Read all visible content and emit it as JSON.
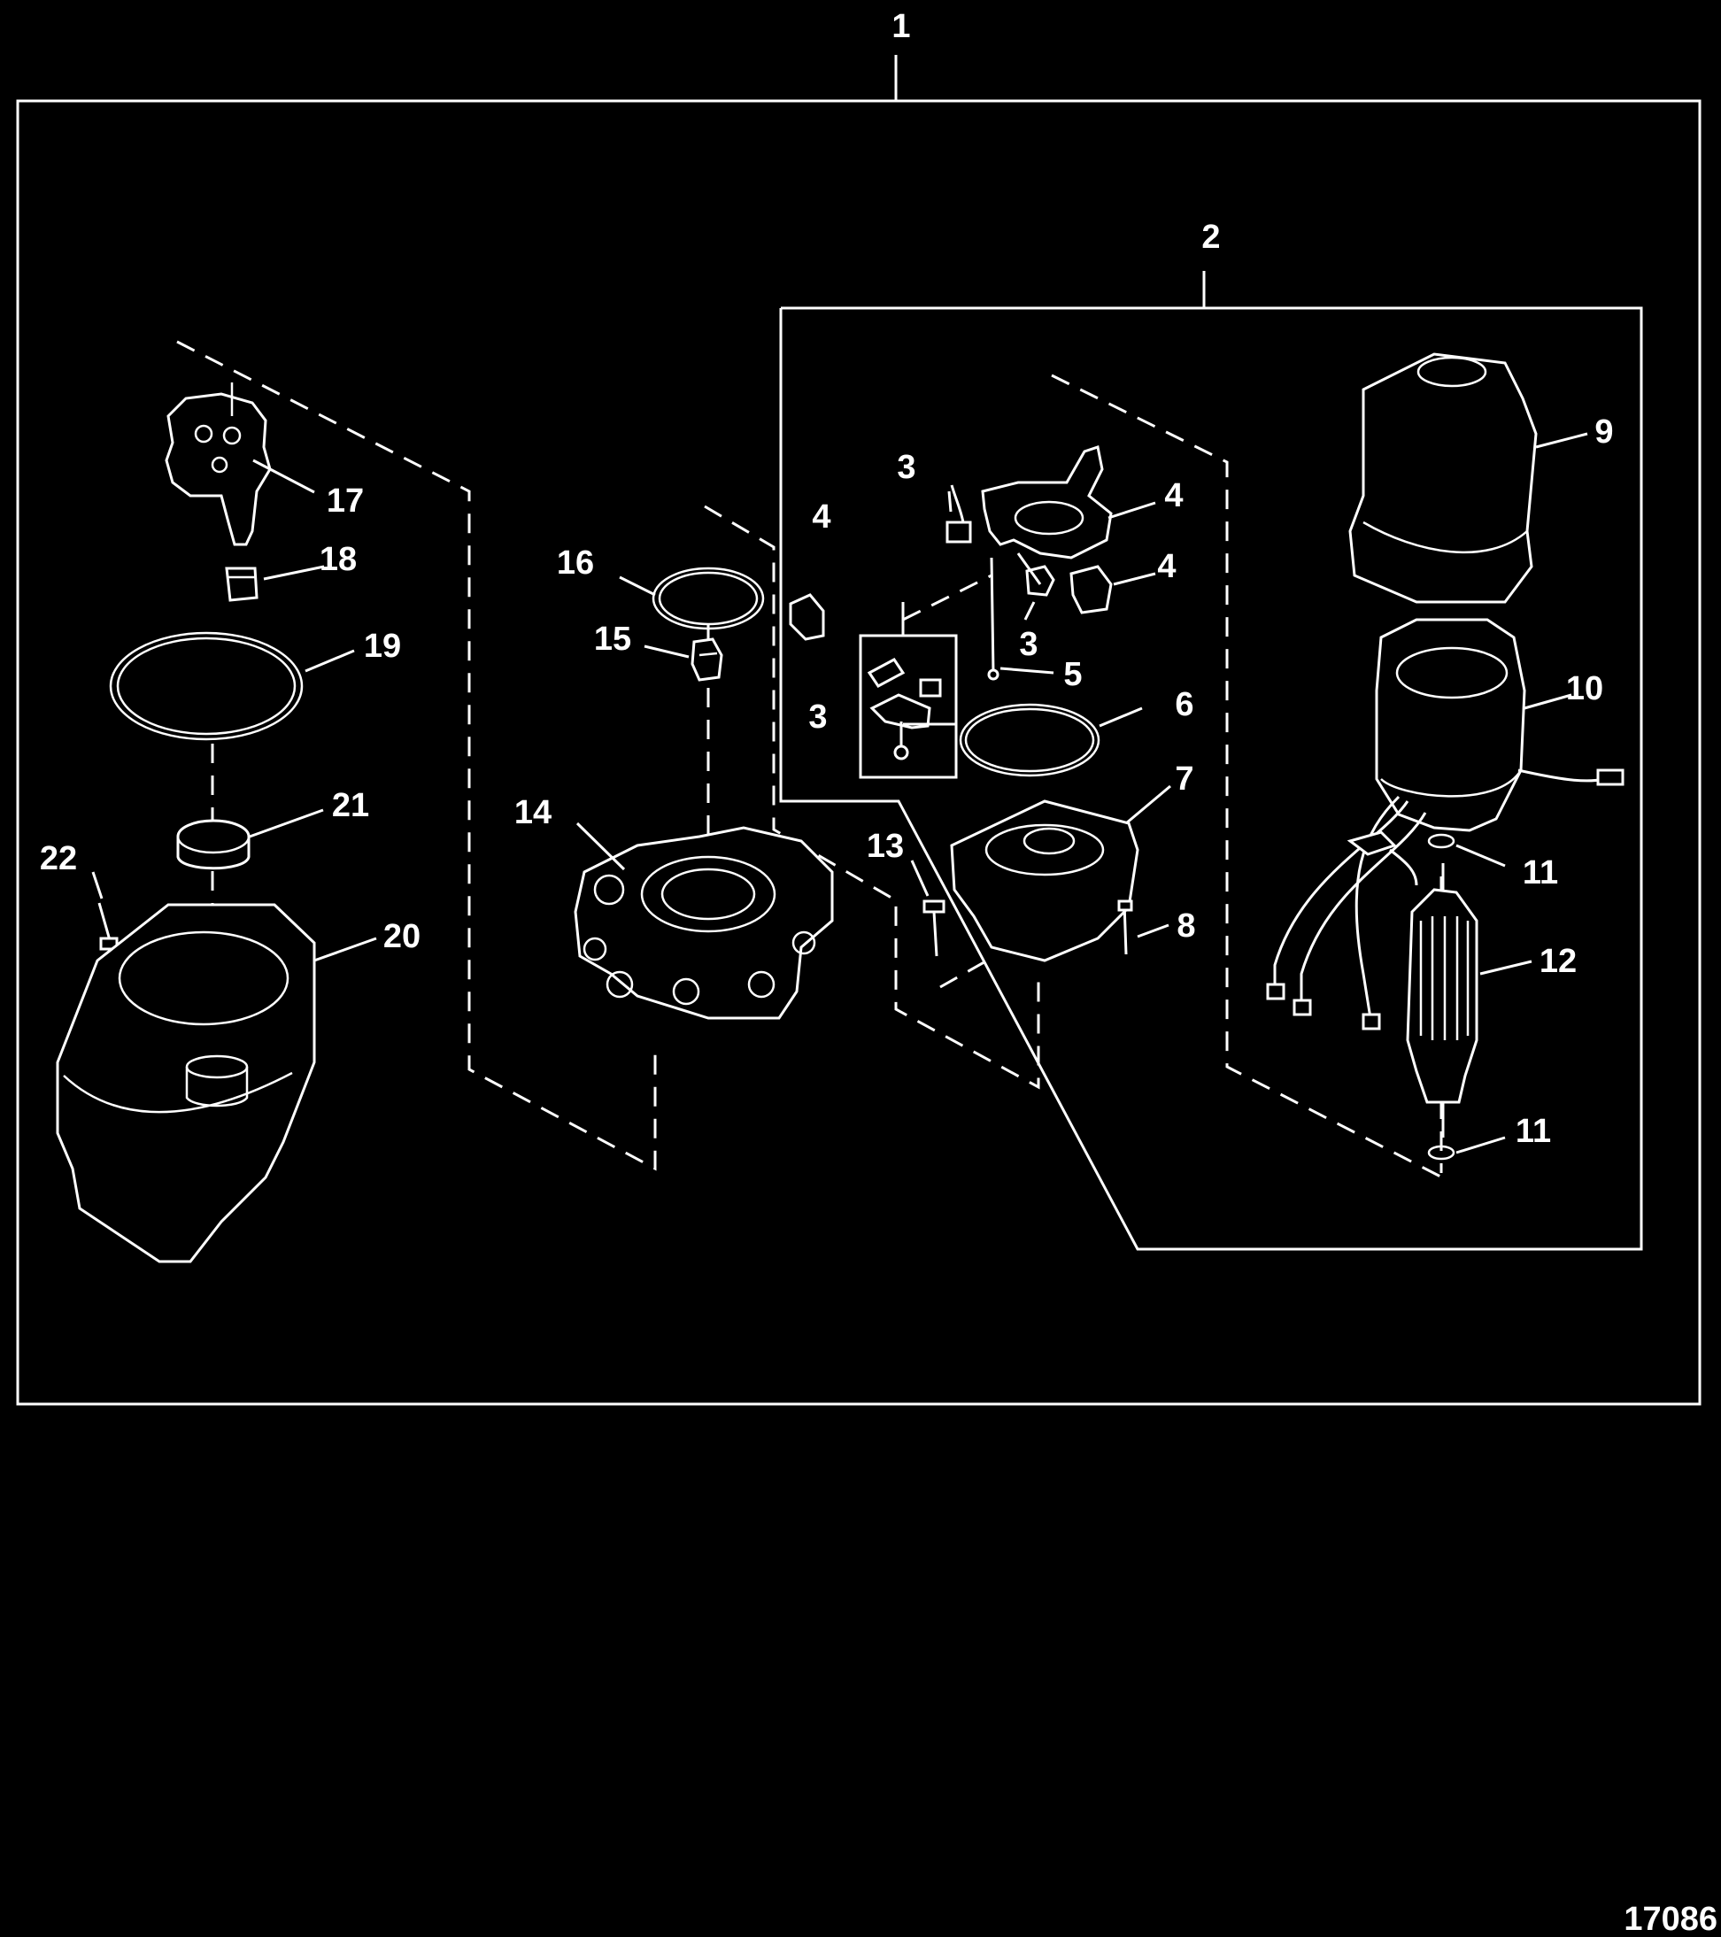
{
  "figure_id": "17086",
  "colors": {
    "background": "#000000",
    "foreground": "#ffffff"
  },
  "callouts": [
    {
      "id": "c1",
      "label": "1"
    },
    {
      "id": "c2",
      "label": "2"
    },
    {
      "id": "c3a",
      "label": "3"
    },
    {
      "id": "c3b",
      "label": "3"
    },
    {
      "id": "c3c",
      "label": "3"
    },
    {
      "id": "c4a",
      "label": "4"
    },
    {
      "id": "c4b",
      "label": "4"
    },
    {
      "id": "c4c",
      "label": "4"
    },
    {
      "id": "c5",
      "label": "5"
    },
    {
      "id": "c6",
      "label": "6"
    },
    {
      "id": "c7",
      "label": "7"
    },
    {
      "id": "c8",
      "label": "8"
    },
    {
      "id": "c9",
      "label": "9"
    },
    {
      "id": "c10",
      "label": "10"
    },
    {
      "id": "c11a",
      "label": "11"
    },
    {
      "id": "c11b",
      "label": "11"
    },
    {
      "id": "c12",
      "label": "12"
    },
    {
      "id": "c13",
      "label": "13"
    },
    {
      "id": "c14",
      "label": "14"
    },
    {
      "id": "c15",
      "label": "15"
    },
    {
      "id": "c16",
      "label": "16"
    },
    {
      "id": "c17",
      "label": "17"
    },
    {
      "id": "c18",
      "label": "18"
    },
    {
      "id": "c19",
      "label": "19"
    },
    {
      "id": "c20",
      "label": "20"
    },
    {
      "id": "c21",
      "label": "21"
    },
    {
      "id": "c22",
      "label": "22"
    }
  ]
}
